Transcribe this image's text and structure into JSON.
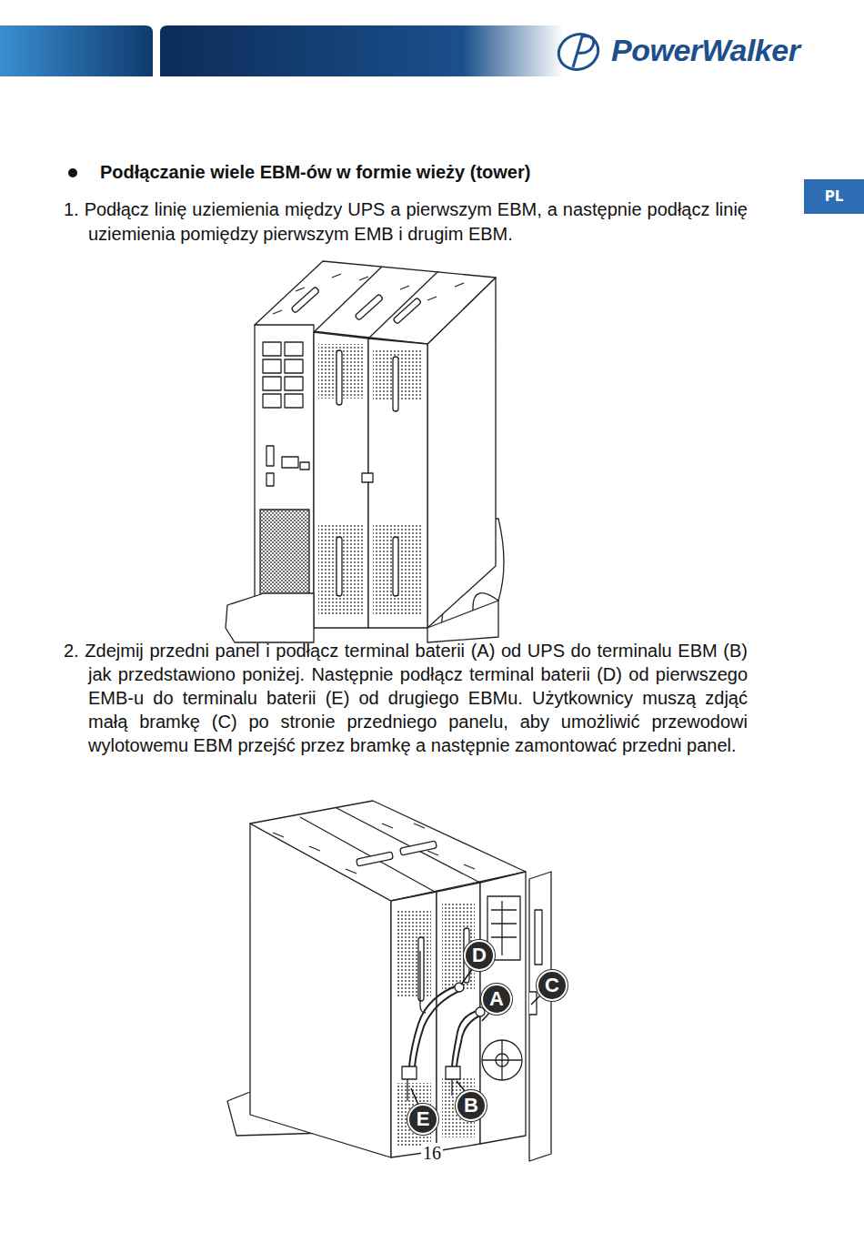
{
  "diagram": {
    "title": "Podłączanie wiele EBM-ów w formie wieży (tower)",
    "nodes": [
      {
        "text": [
          "PL"
        ]
      },
      {
        "text": [
          "D"
        ]
      },
      {
        "text": [
          "C"
        ]
      },
      {
        "text": [
          "A"
        ]
      },
      {
        "text": [
          "B"
        ]
      },
      {
        "text": [
          "E"
        ]
      }
    ],
    "labels": [
      "PowerWalker",
      "1. Podłącz linię uziemienia między UPS a pierwszym EBM, a następnie podłącz linię uziemienia pomiędzy pierwszym EMB i drugim EBM.",
      "2. Zdejmij przedni panel i podłącz terminal baterii (A) od UPS do terminalu EBM (B) jak przedstawiono poniżej. Następnie podłącz terminal baterii (D) od pierwszego EMB-u do terminalu baterii (E) od drugiego EBMu. Użytkownicy muszą zdjąć małą bramkę (C) po stronie przedniego panelu, aby umożliwić przewodowi wylotowemu EBM przejść przez bramkę a następnie zamontować przedni panel.",
      "16"
    ]
  }
}
